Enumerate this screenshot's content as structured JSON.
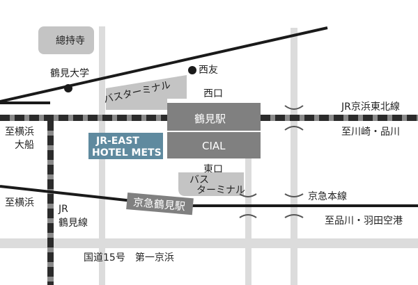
{
  "landmarks": {
    "temple": "總持寺",
    "university": "鶴見大学",
    "saiyu": "西友"
  },
  "bus_terminal_west": "バスターミナル",
  "bus_terminal_east": [
    "バス",
    "ターミナル"
  ],
  "station": {
    "name": "鶴見駅",
    "cial": "CIAL",
    "west_exit": "西口",
    "east_exit": "東口"
  },
  "hotel": {
    "line1": "JR-EAST",
    "line2": "HOTEL METS"
  },
  "jr_line_name": "JR京浜東北線",
  "dest_kawasaki": "至川崎・品川",
  "dest_yokohama_ofuna": [
    "至横浜",
    "大船"
  ],
  "dest_yokohama": "至横浜",
  "jr_tsurumi_line": [
    "JR",
    "鶴見線"
  ],
  "keikyu_station": "京急鶴見駅",
  "keikyu_line_name": "京急本線",
  "dest_haneda": "至品川・羽田空港",
  "route15": "国道15号　第一京浜",
  "colors": {
    "road": "#dcdcdc",
    "building": "#c4c4c4",
    "station": "#808080",
    "hotel": "#5f8a9f",
    "rail_dark": "#2b2b2b",
    "rail_gap": "#8a8a8a",
    "line": "#1a1a1a"
  }
}
